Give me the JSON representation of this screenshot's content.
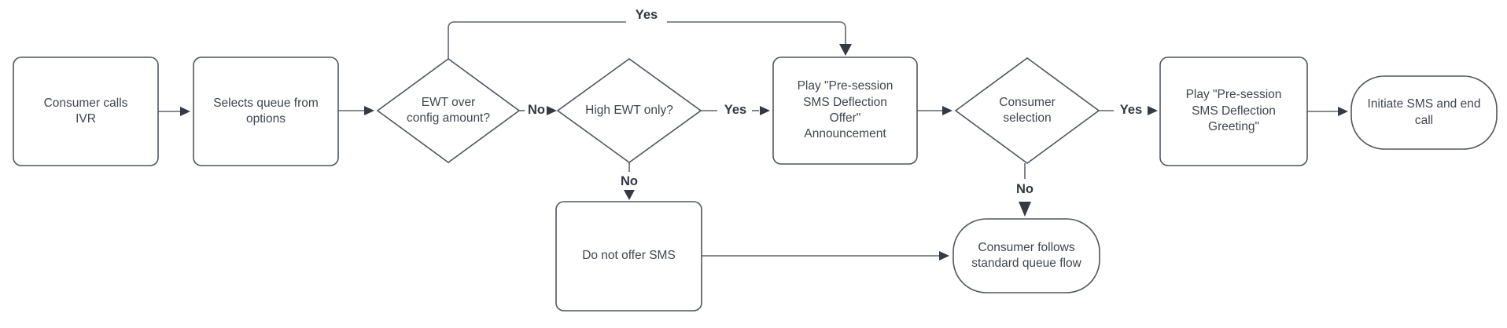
{
  "colors": {
    "background": "#ffffff",
    "fill": "#ffffff",
    "shape_stroke": "#4f565f",
    "line": "#60666c",
    "arrow": "#343a43",
    "text": "#40464e",
    "label": "#31373f"
  },
  "nodes": {
    "consumer_calls_ivr": {
      "type": "process",
      "label": "Consumer calls\nIVR"
    },
    "selects_queue": {
      "type": "process",
      "label": "Selects queue from\noptions"
    },
    "ewt_over_config": {
      "type": "decision",
      "label": "EWT over\nconfig amount?"
    },
    "high_ewt_only": {
      "type": "decision",
      "label": "High EWT only?"
    },
    "play_offer_announcement": {
      "type": "process",
      "label": "Play \"Pre-session\nSMS Deflection\nOffer\"\nAnnouncement"
    },
    "consumer_selection": {
      "type": "decision",
      "label": "Consumer\nselection"
    },
    "play_greeting": {
      "type": "process",
      "label": "Play \"Pre-session\nSMS Deflection\nGreeting\""
    },
    "initiate_sms_end_call": {
      "type": "terminator",
      "label": "Initiate SMS and end\ncall"
    },
    "do_not_offer_sms": {
      "type": "process",
      "label": "Do not offer SMS"
    },
    "standard_queue_flow": {
      "type": "terminator",
      "label": "Consumer follows\nstandard queue flow"
    }
  },
  "edge_labels": {
    "ewt_yes_top": "Yes",
    "ewt_no": "No",
    "high_ewt_yes": "Yes",
    "high_ewt_no": "No",
    "consumer_selection_yes": "Yes",
    "consumer_selection_no": "No"
  }
}
